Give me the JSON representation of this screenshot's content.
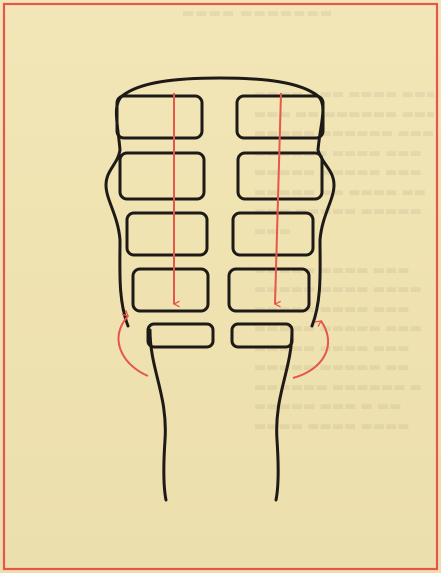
{
  "figure": {
    "description_visible_text": "",
    "colors": {
      "background": "#efe3b4",
      "frame_red": "#e8554a",
      "ink": "#1e1a17",
      "arrow_red": "#e8554a"
    }
  },
  "diagram": {
    "segment_rows": 4,
    "segment_columns": 2,
    "lower_segments": 2,
    "arrows": [
      {
        "name": "left-column-downward-arrow",
        "direction": "down"
      },
      {
        "name": "right-column-downward-arrow",
        "direction": "down"
      },
      {
        "name": "left-side-curved-arrow",
        "direction": "up"
      },
      {
        "name": "right-side-curved-arrow",
        "direction": "up"
      }
    ]
  }
}
